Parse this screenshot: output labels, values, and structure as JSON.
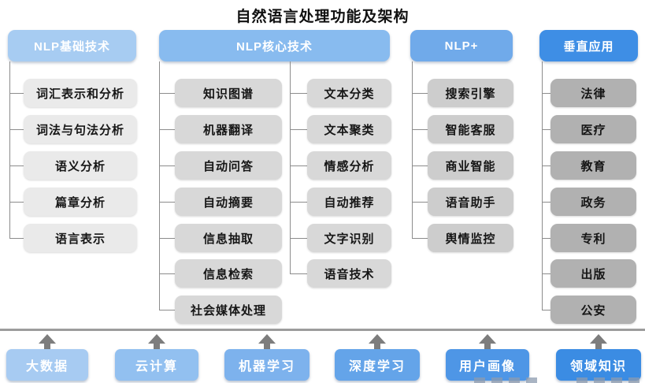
{
  "title": "自然语言处理功能及架构",
  "columns": [
    {
      "header": "NLP基础技术",
      "header_color": "#a7ccf2",
      "item_color": "#eaeaea",
      "items": [
        "词汇表示和分析",
        "词法与句法分析",
        "语义分析",
        "篇章分析",
        "语言表示"
      ]
    },
    {
      "header": "NLP核心技术",
      "header_color": "#88bbef",
      "item_color": "#d8d8d8",
      "items_left": [
        "知识图谱",
        "机器翻译",
        "自动问答",
        "自动摘要",
        "信息抽取",
        "信息检索",
        "社会媒体处理"
      ],
      "items_right": [
        "文本分类",
        "文本聚类",
        "情感分析",
        "自动推荐",
        "文字识别",
        "语音技术"
      ]
    },
    {
      "header": "NLP+",
      "header_color": "#70aaea",
      "item_color": "#cdcdcd",
      "items": [
        "搜索引擎",
        "智能客服",
        "商业智能",
        "语音助手",
        "舆情监控"
      ]
    },
    {
      "header": "垂直应用",
      "header_color": "#3e8ee5",
      "item_color": "#b1b1b1",
      "items": [
        "法律",
        "医疗",
        "教育",
        "政务",
        "专利",
        "出版",
        "公安"
      ]
    }
  ],
  "foundation": {
    "items": [
      {
        "label": "大数据",
        "color": "#a7cbf2"
      },
      {
        "label": "云计算",
        "color": "#92c0f0"
      },
      {
        "label": "机器学习",
        "color": "#7db2ed"
      },
      {
        "label": "深度学习",
        "color": "#64a4e9"
      },
      {
        "label": "用户画像",
        "color": "#4e96e6"
      },
      {
        "label": "领域知识",
        "color": "#3b8ce3"
      }
    ]
  },
  "connector_color": "#8c8c8c",
  "separator_color": "#9c9c9c",
  "arrow_color": "#7d7d7d"
}
